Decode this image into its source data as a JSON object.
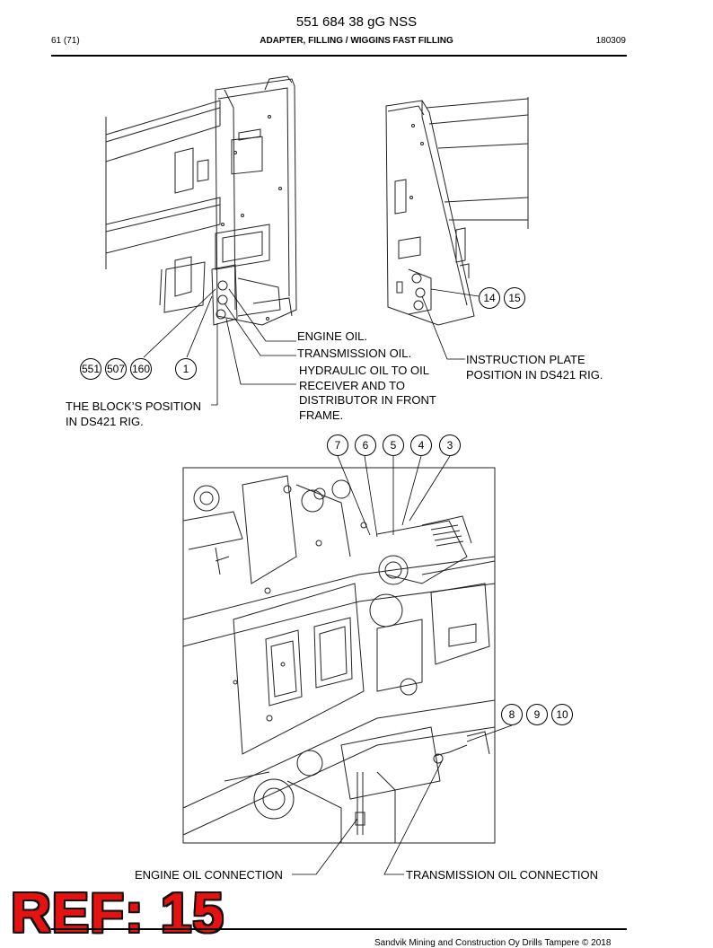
{
  "header": {
    "doc_number": "551 684 38 gG NSS",
    "page": "61 (71)",
    "section_title": "ADAPTER, FILLING / WIGGINS FAST FILLING",
    "date_code": "180309"
  },
  "labels": {
    "engine_oil": "ENGINE OIL.",
    "transmission_oil": "TRANSMISSION OIL.",
    "hydraulic_line1": "HYDRAULIC OIL TO OIL",
    "hydraulic_line2": "RECEIVER AND TO",
    "hydraulic_line3": "DISTRIBUTOR IN FRONT",
    "hydraulic_line4": "FRAME.",
    "instruction_line1": "INSTRUCTION PLATE",
    "instruction_line2": "POSITION IN DS421 RIG.",
    "block_line1": "THE BLOCK’S POSITION",
    "block_line2": "IN DS421 RIG.",
    "engine_oil_connection": "ENGINE OIL CONNECTION",
    "transmission_oil_connection": "TRANSMISSION OIL CONNECTION"
  },
  "callouts": {
    "c551": "551",
    "c507": "507",
    "c160": "160",
    "c1": "1",
    "c14": "14",
    "c15": "15",
    "c7": "7",
    "c6": "6",
    "c5": "5",
    "c4": "4",
    "c3": "3",
    "c8": "8",
    "c9": "9",
    "c10": "10"
  },
  "stamp": "REF: 15",
  "footer": {
    "copyright": "Sandvik Mining and Construction Oy Drills Tampere © 2018"
  }
}
